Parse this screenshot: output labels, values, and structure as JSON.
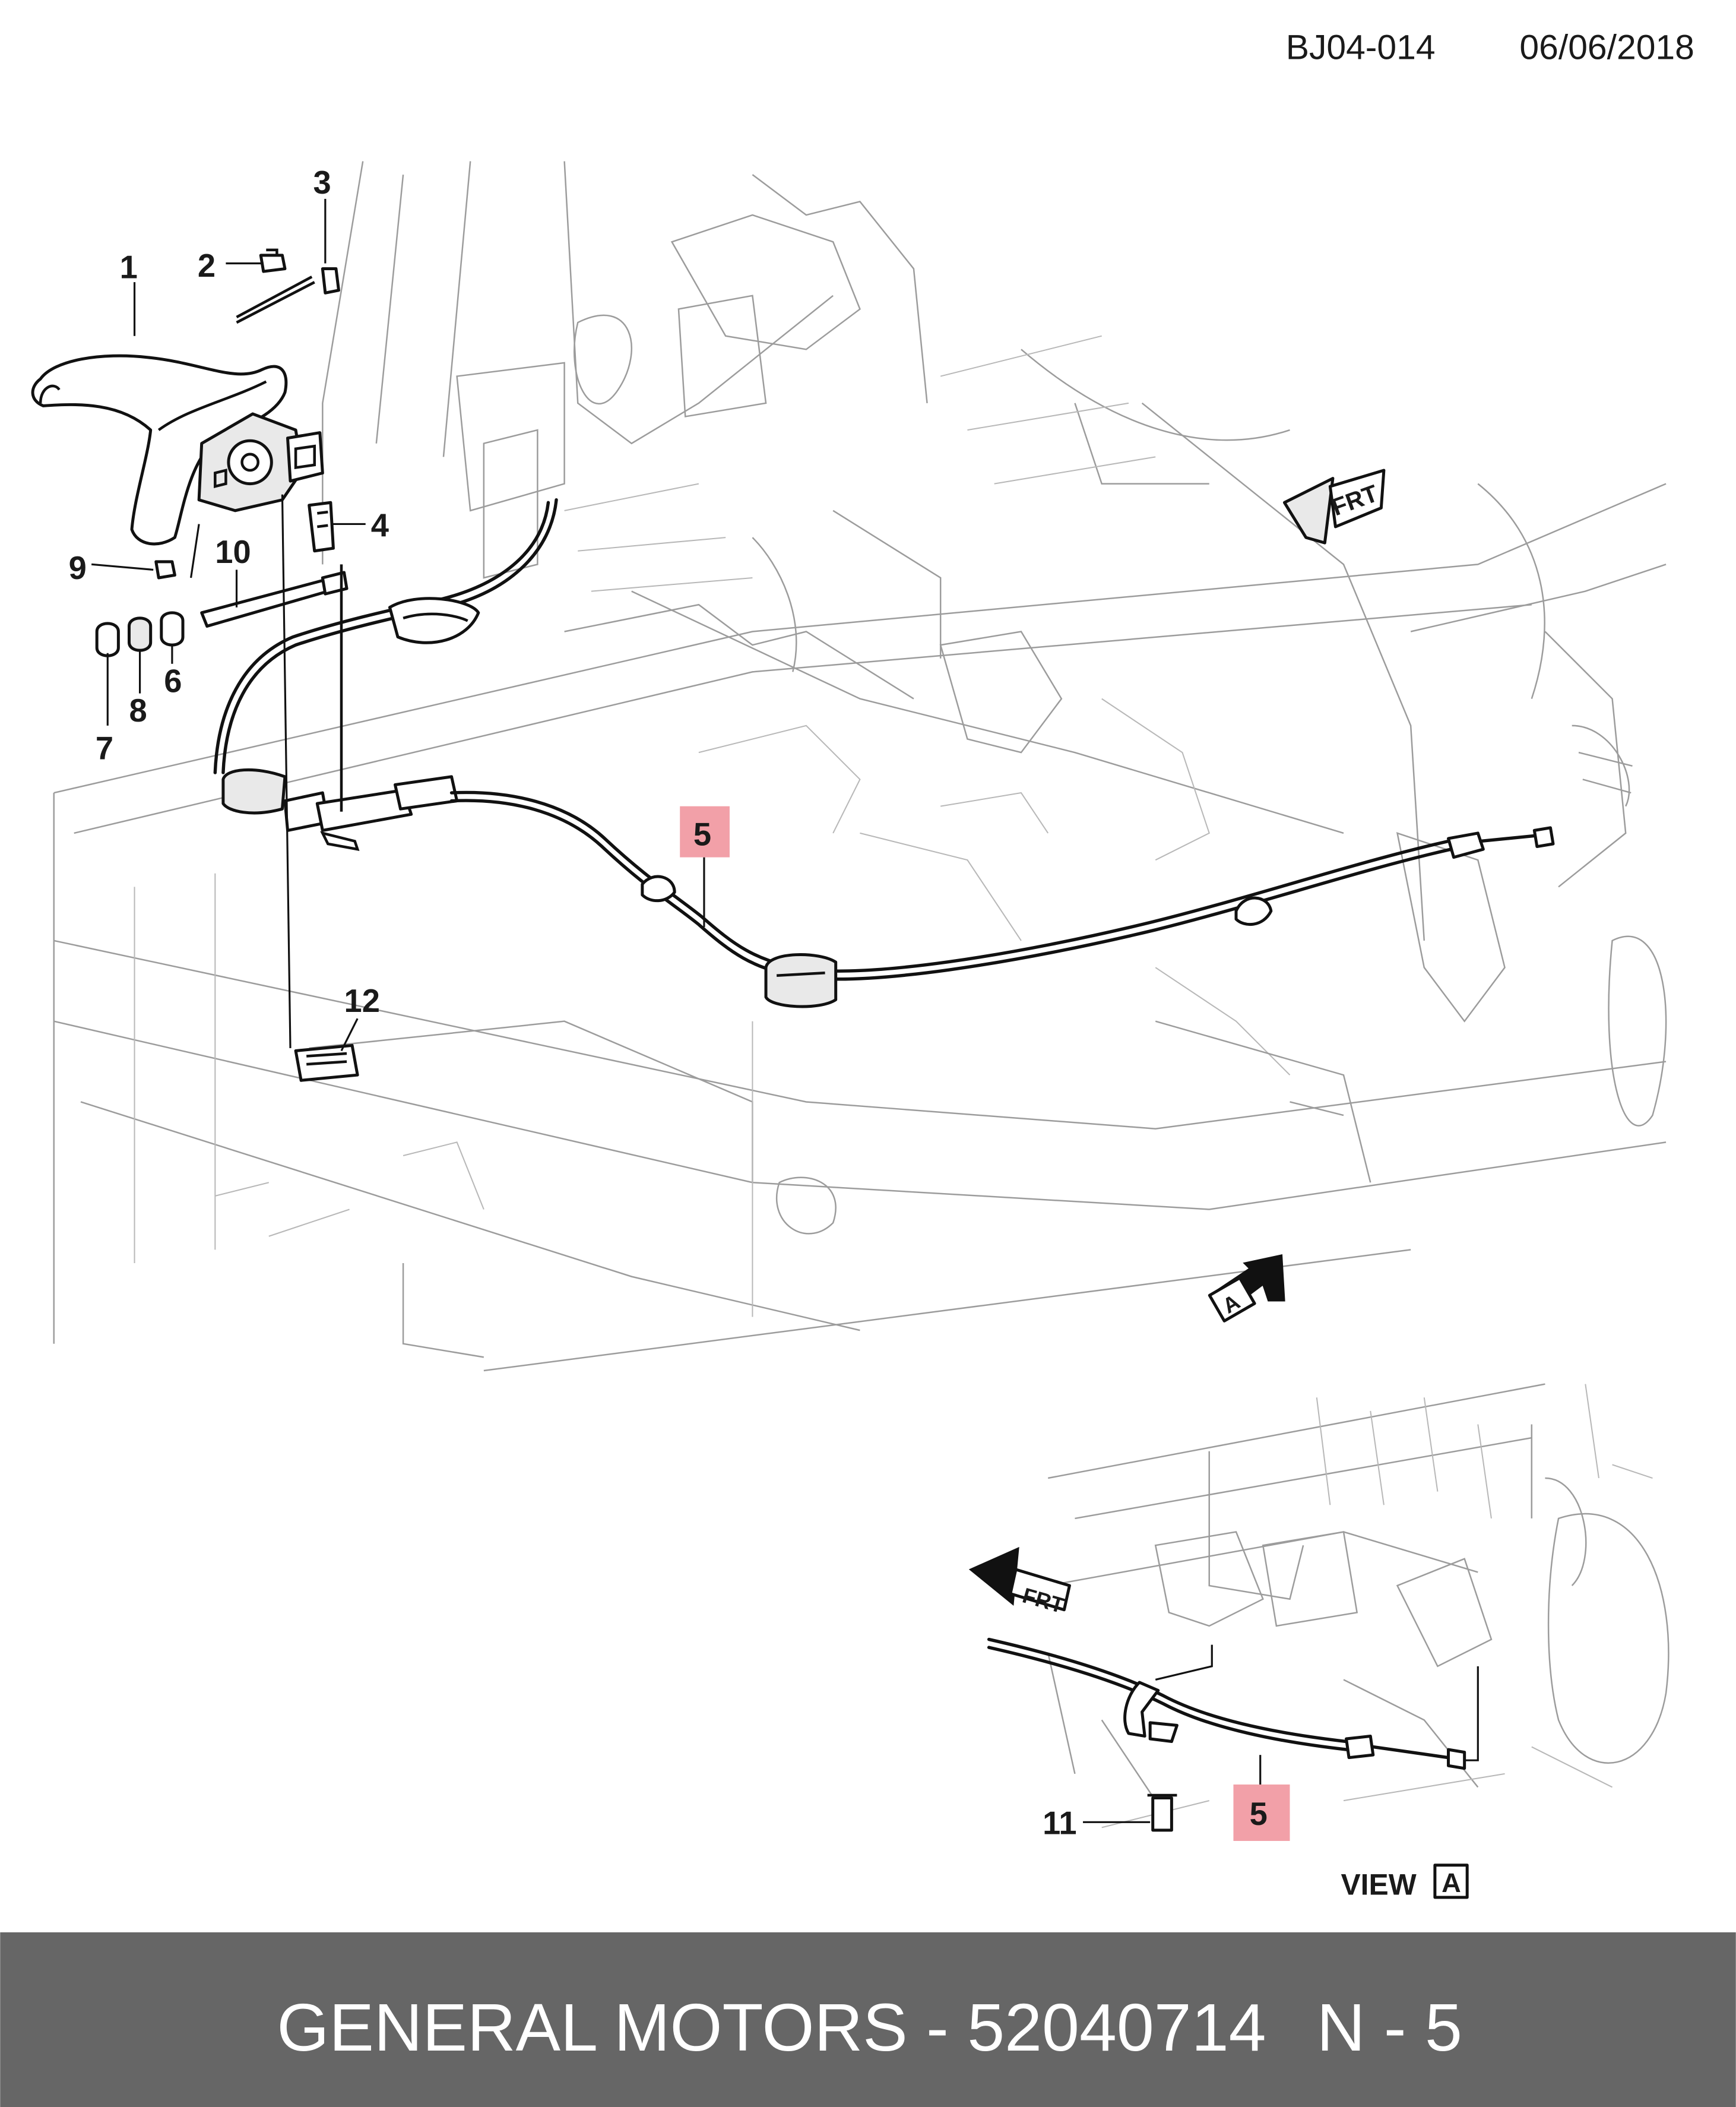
{
  "header": {
    "diagram_code": "BJ04-014",
    "date": "06/06/2018"
  },
  "callouts": {
    "c1": "1",
    "c2": "2",
    "c3": "3",
    "c4": "4",
    "c5_main": "5",
    "c6": "6",
    "c7": "7",
    "c8": "8",
    "c9": "9",
    "c10": "10",
    "c11": "11",
    "c12": "12",
    "c5_inset": "5"
  },
  "arrows": {
    "front_main": "FRT",
    "front_inset": "FRT",
    "view_dir": "A"
  },
  "inset": {
    "view_word": "VIEW",
    "view_letter": "A"
  },
  "highlight_color": "#f2a0a8",
  "footer": {
    "brand_part": "GENERAL MOTORS - 52040714",
    "ref": "N - 5"
  }
}
